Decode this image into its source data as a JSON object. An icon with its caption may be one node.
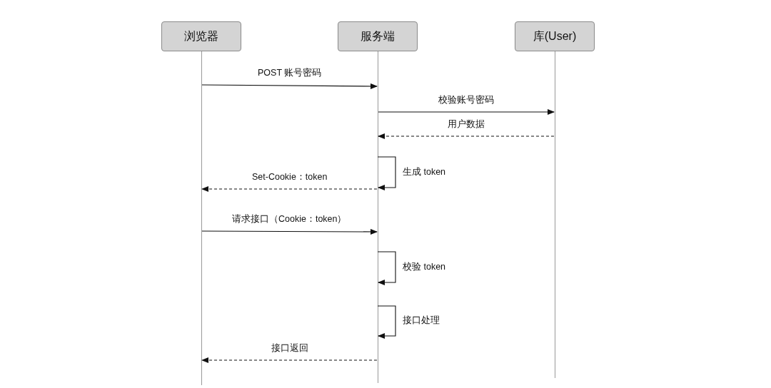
{
  "diagram": {
    "nodes": [
      {
        "text": [
          "浏览器"
        ]
      },
      {
        "text": [
          "服务端"
        ]
      },
      {
        "text": [
          "库(User)"
        ]
      }
    ],
    "edges": [
      {
        "from": 0,
        "to": 1,
        "arrow": "to",
        "label": "POST 账号密码"
      },
      {
        "from": 1,
        "to": 2,
        "arrow": "to",
        "label": "校验账号密码"
      },
      {
        "from": 2,
        "to": 1,
        "arrow": "to",
        "label": "用户数据",
        "style": "dashed"
      },
      {
        "from": 1,
        "to": 1,
        "arrow": "to",
        "label": "生成 token"
      },
      {
        "from": 1,
        "to": 0,
        "arrow": "to",
        "label": "Set-Cookie：token",
        "style": "dashed"
      },
      {
        "from": 0,
        "to": 1,
        "arrow": "to",
        "label": "请求接口（Cookie：token）"
      },
      {
        "from": 1,
        "to": 1,
        "arrow": "to",
        "label": "校验 token"
      },
      {
        "from": 1,
        "to": 1,
        "arrow": "to",
        "label": "接口处理"
      },
      {
        "from": 1,
        "to": 0,
        "arrow": "to",
        "label": "接口返回",
        "style": "dashed"
      }
    ]
  }
}
